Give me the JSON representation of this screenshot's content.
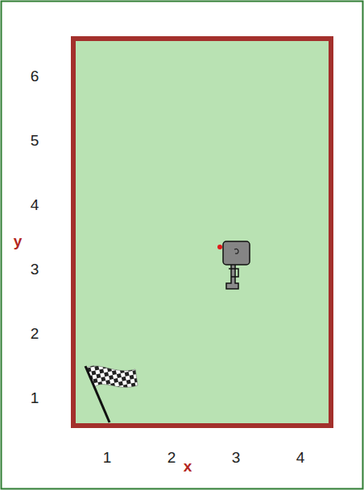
{
  "diagram": {
    "labels": [
      "6",
      "5",
      "4",
      "3",
      "2",
      "1",
      "y",
      "1",
      "2",
      "3",
      "4",
      "x"
    ]
  }
}
